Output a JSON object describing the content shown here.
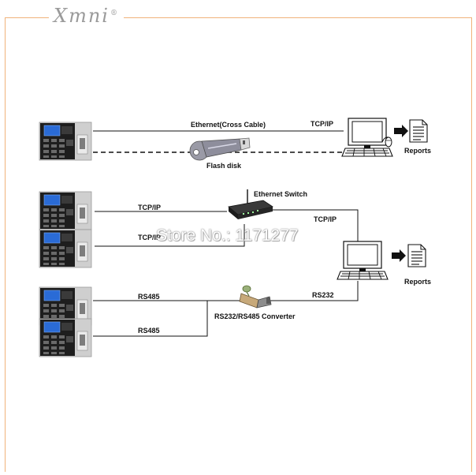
{
  "brand": {
    "name": "Xmni",
    "registered": "®"
  },
  "labels": {
    "ethernet_cross": "Ethernet(Cross Cable)",
    "tcpip_top": "TCP/IP",
    "flash_disk": "Flash disk",
    "reports_top": "Reports",
    "ethernet_switch": "Ethernet Switch",
    "tcpip_dev1": "TCP/IP",
    "tcpip_dev2": "TCP/IP",
    "tcpip_switch_pc": "TCP/IP",
    "reports_bottom": "Reports",
    "rs485_dev1": "RS485",
    "rs485_dev2": "RS485",
    "rs232": "RS232",
    "converter": "RS232/RS485 Converter"
  },
  "watermark": "Store No.: 1171277",
  "colors": {
    "frame": "#f0b27a",
    "line": "#111111",
    "device_body": "#c8c8c8",
    "device_face": "#1e1e1e",
    "screen": "#2a6bd6"
  }
}
